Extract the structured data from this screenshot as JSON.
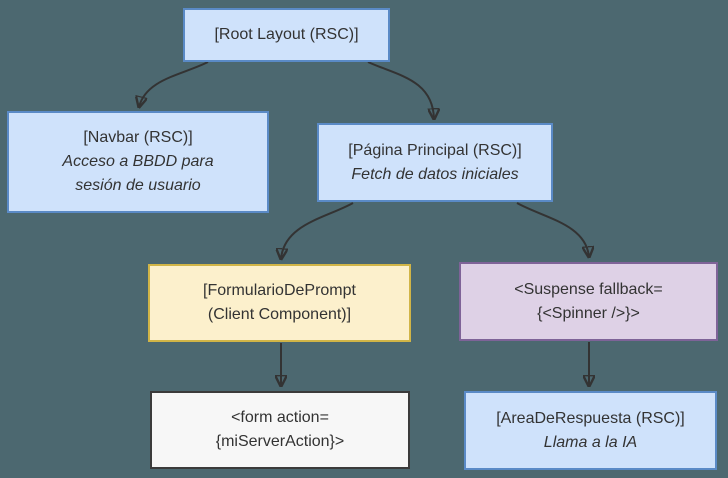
{
  "diagram": {
    "type": "flowchart",
    "background_color": "#4C6870",
    "text_color": "#333333",
    "arrow_color": "#333333"
  },
  "nodes": {
    "root": {
      "line1": "[Root Layout (RSC)]",
      "fill": "#CFE2FB",
      "border": "#5A8AC6"
    },
    "navbar": {
      "line1": "[Navbar (RSC)]",
      "line2": "Acceso a BBDD para",
      "line3": "sesión de usuario",
      "fill": "#CFE2FB",
      "border": "#5A8AC6"
    },
    "pagina": {
      "line1": "[Página Principal (RSC)]",
      "line2": "Fetch de datos iniciales",
      "fill": "#CFE2FB",
      "border": "#5A8AC6"
    },
    "formulario": {
      "line1": "[FormularioDePrompt",
      "line2": "(Client Component)]",
      "fill": "#FCF0CC",
      "border": "#D1B547"
    },
    "suspense": {
      "line1": "<Suspense fallback=",
      "line2": "{<Spinner />}>",
      "fill": "#DED1E6",
      "border": "#7E6398"
    },
    "form": {
      "line1": "<form action=",
      "line2": "{miServerAction}>",
      "fill": "#F7F7F7",
      "border": "#3B3B3B"
    },
    "area": {
      "line1": "[AreaDeRespuesta (RSC)]",
      "line2": "Llama a la IA",
      "fill": "#CFE2FB",
      "border": "#5A8AC6"
    }
  },
  "edges": [
    {
      "from": "root",
      "to": "navbar"
    },
    {
      "from": "root",
      "to": "pagina"
    },
    {
      "from": "pagina",
      "to": "formulario"
    },
    {
      "from": "pagina",
      "to": "suspense"
    },
    {
      "from": "formulario",
      "to": "form"
    },
    {
      "from": "suspense",
      "to": "area"
    }
  ]
}
